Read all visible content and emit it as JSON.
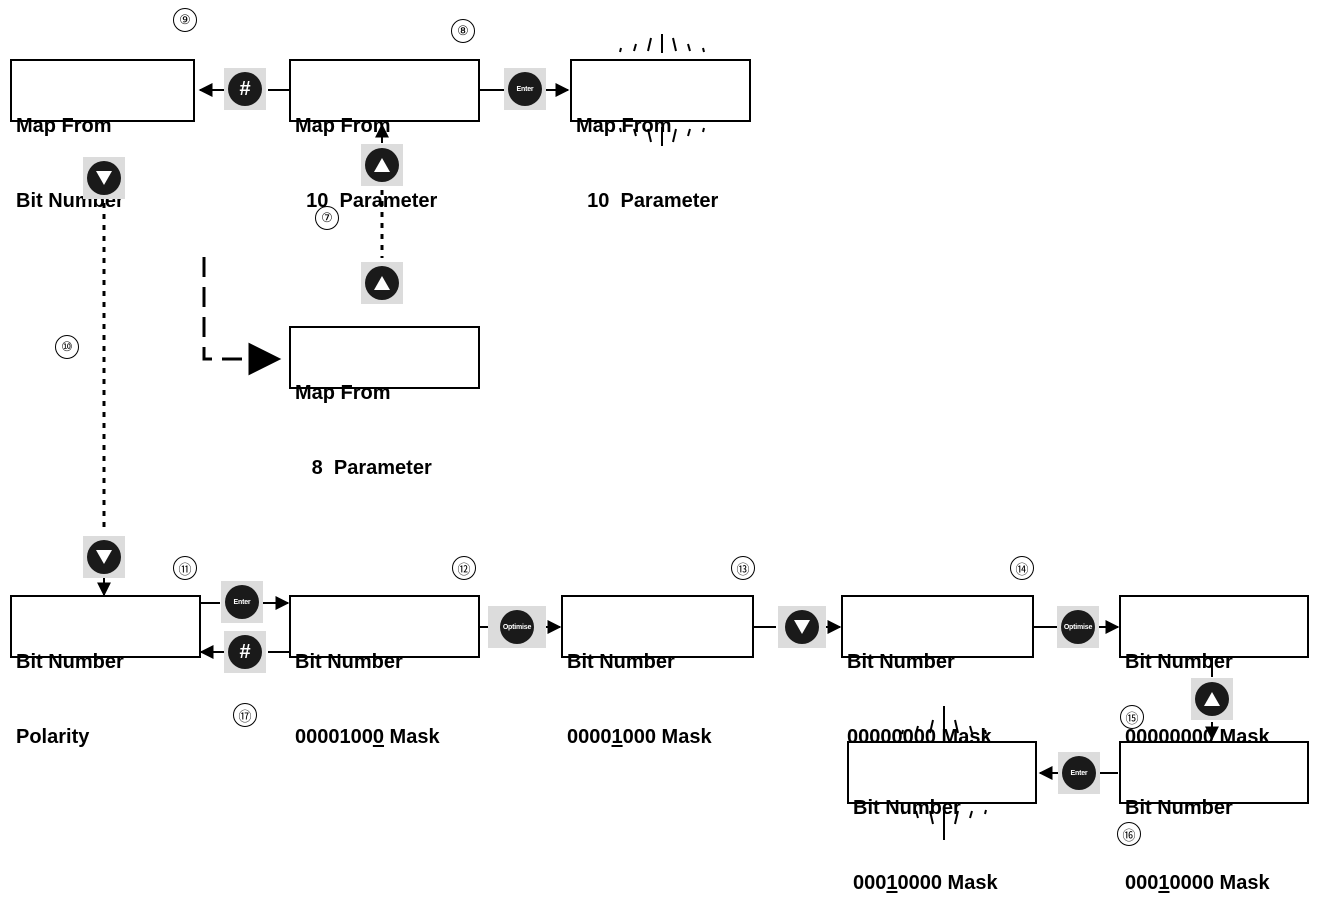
{
  "boxes": {
    "map_bit": {
      "line1": "Map From",
      "line2": "Bit Number"
    },
    "map_10": {
      "line1": "Map From",
      "line2": "  10  Parameter"
    },
    "map_10_fl": {
      "line1": "Map From",
      "line2": "  10  Parameter"
    },
    "map_8": {
      "line1": "Map From",
      "line2": "   8  Parameter"
    },
    "polarity": {
      "line1": "Bit Number",
      "line2": "Polarity"
    },
    "mask12": {
      "line1": "Bit Number",
      "pre": "0000100",
      "cur": "0",
      "post": " Mask"
    },
    "mask13": {
      "line1": "Bit Number",
      "pre": "0000",
      "cur": "1",
      "post": "000 Mask"
    },
    "mask14": {
      "line1": "Bit Number",
      "pre": "0000",
      "cur": "0",
      "post": "000 Mask"
    },
    "mask14b": {
      "line1": "Bit Number",
      "pre": "000",
      "cur": "0",
      "post": "0000 Mask"
    },
    "mask15": {
      "line1": "Bit Number",
      "pre": "000",
      "cur": "1",
      "post": "0000 Mask"
    },
    "mask16": {
      "line1": "Bit Number",
      "pre": "000",
      "cur": "1",
      "post": "0000 Mask"
    }
  },
  "keys": {
    "hash": "#",
    "enter": "Enter",
    "optimise": "Optimise",
    "up_icon": "up-arrow-icon",
    "down_icon": "down-arrow-icon"
  },
  "steps": [
    "⑦",
    "⑧",
    "⑨",
    "⑩",
    "⑪",
    "⑫",
    "⑬",
    "⑭",
    "⑮",
    "⑯",
    "⑰"
  ]
}
